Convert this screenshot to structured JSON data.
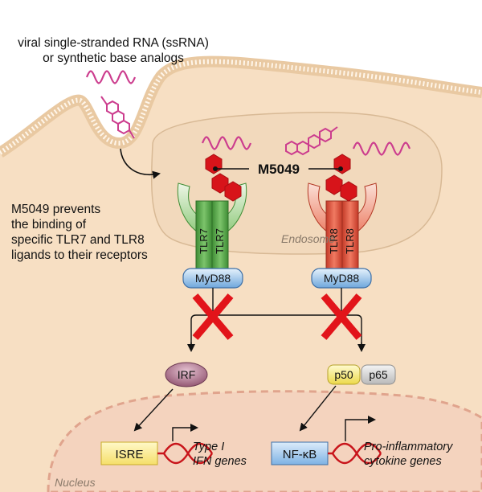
{
  "top_caption": {
    "line1": "viral single-stranded RNA (ssRNA)",
    "line2": "or synthetic base analogs"
  },
  "left_note": {
    "line1": "M5049 prevents",
    "line2": "the binding of",
    "line3": "specific TLR7 and TLR8",
    "line4": "ligands to their receptors"
  },
  "compound_label": "M5049",
  "endosome_label": "Endosome",
  "nucleus_label": "Nucleus",
  "receptors": {
    "tlr7_left": "TLR7",
    "tlr7_right": "TLR7",
    "tlr8_left": "TLR8",
    "tlr8_right": "TLR8"
  },
  "adaptors": {
    "left": "MyD88",
    "right": "MyD88"
  },
  "factors": {
    "irf": "IRF",
    "p50": "p50",
    "p65": "p65"
  },
  "promoters": {
    "isre": "ISRE",
    "nfkb": "NF-κB"
  },
  "genes": {
    "type1_line1": "Type I",
    "type1_line2": "IFN genes",
    "proinf_line1": "Pro-inflammatory",
    "proinf_line2": "cytokine genes"
  },
  "colors": {
    "cell_fill": "#f7dfc3",
    "cell_edge": "#d9b98e",
    "endosome_fill": "#f3dcc0",
    "rna": "#cc3d8e",
    "compound": "#d7141a",
    "tlr7": "#5aa84a",
    "tlr8": "#e0604a",
    "myd88": "#9ac3e8",
    "block_x": "#e2141a",
    "irf": "#b06e8a",
    "p50": "#f6e96a",
    "p65": "#d8d8d8",
    "dna": "#c8141a"
  }
}
